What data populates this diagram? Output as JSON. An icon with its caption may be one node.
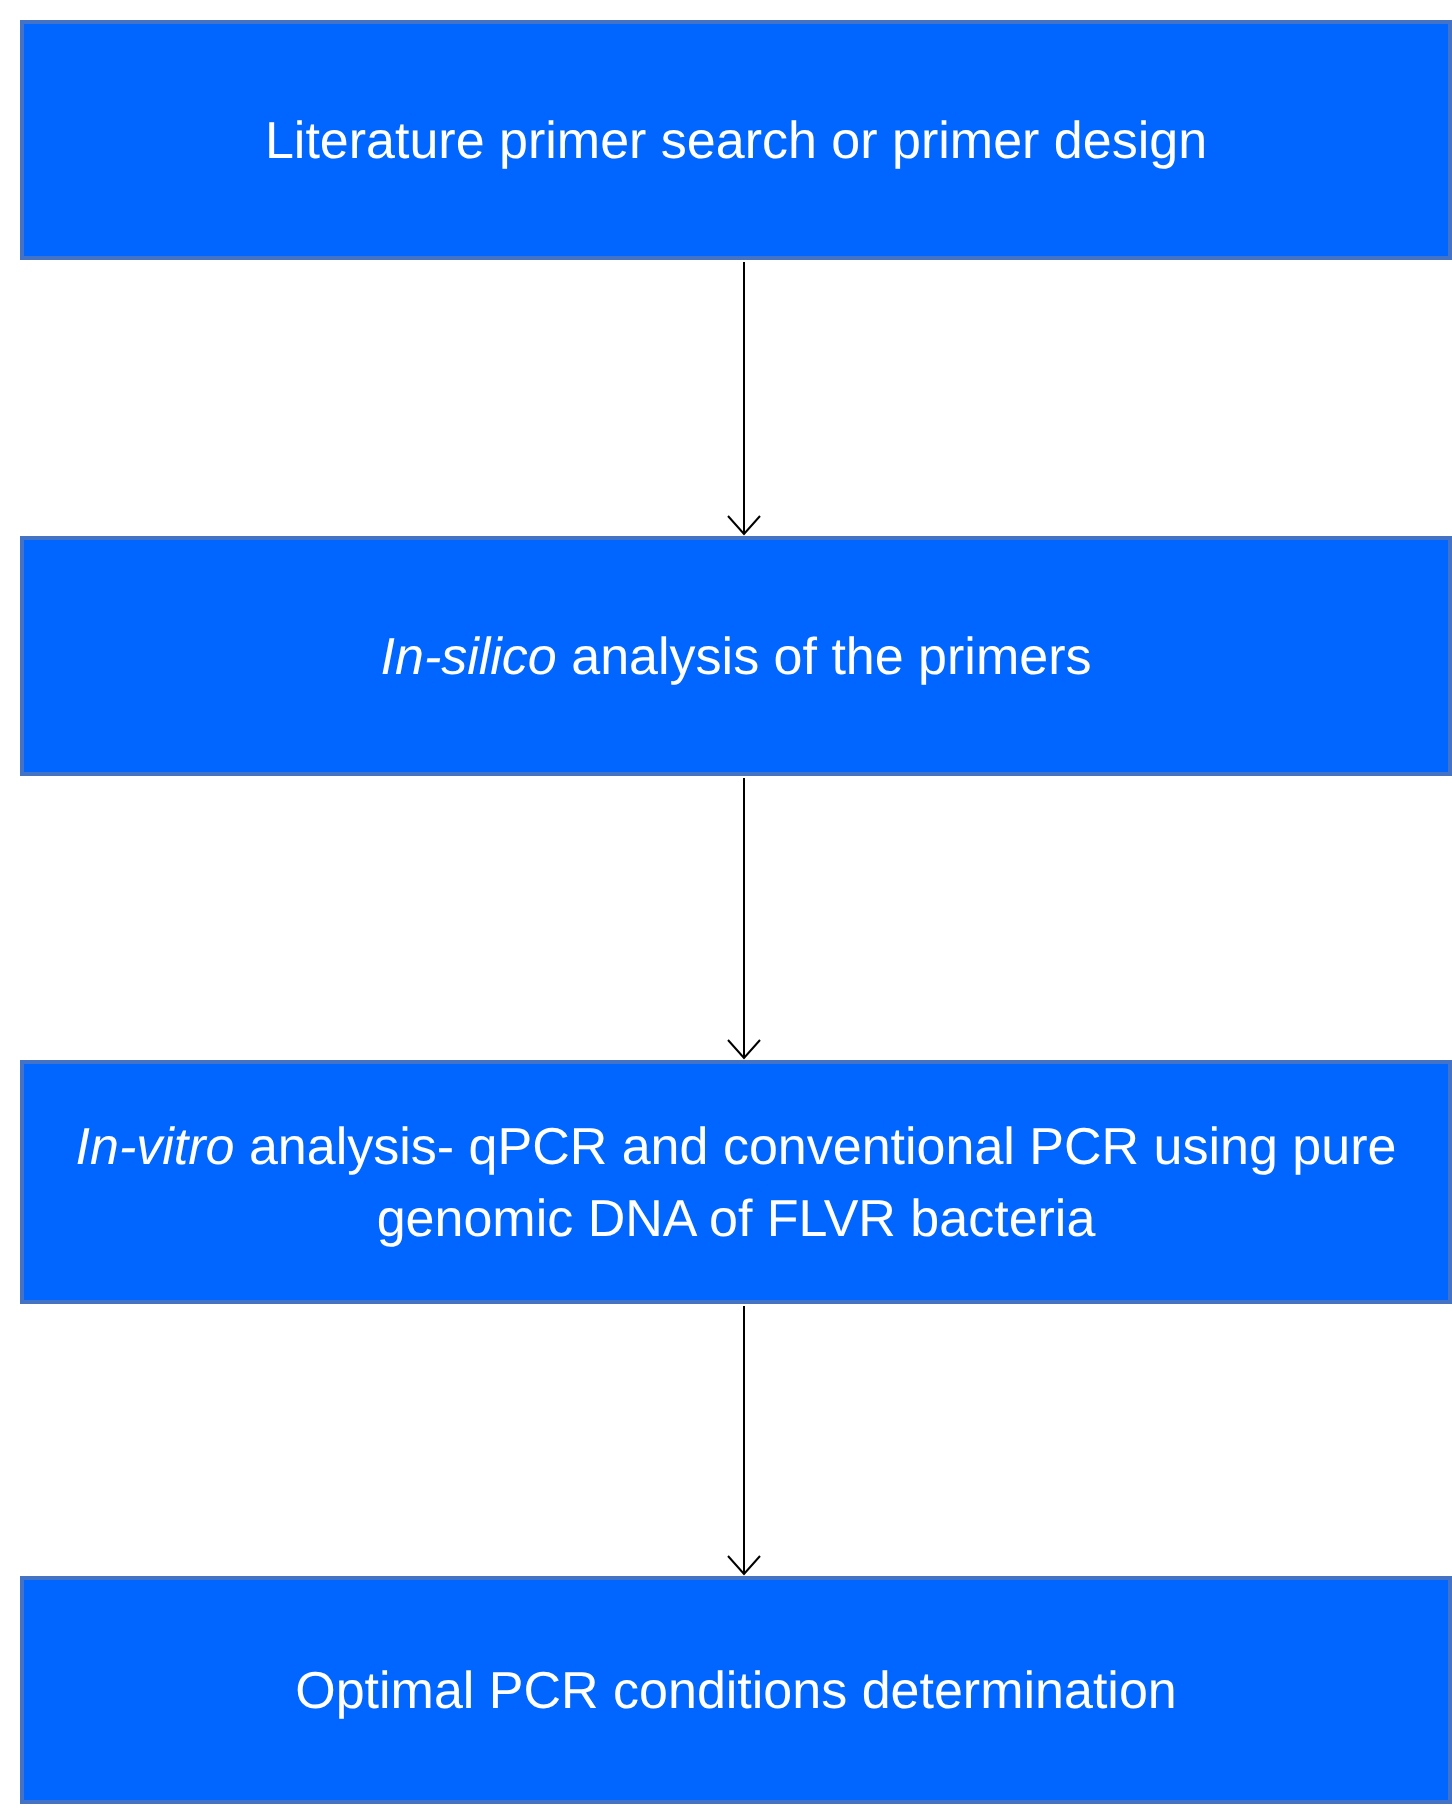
{
  "diagram": {
    "nodes": [
      {
        "text": [
          "Literature primer search or primer design"
        ]
      },
      {
        "text": [
          "*In-silico* analysis of the primers"
        ]
      },
      {
        "text": [
          "*In-vitro* analysis- qPCR and conventional PCR using pure genomic DNA of FLVR bacteria"
        ]
      },
      {
        "text": [
          "Optimal PCR conditions determination"
        ]
      }
    ],
    "edges": [
      {
        "from": 0,
        "to": 1,
        "arrow": "to"
      },
      {
        "from": 1,
        "to": 2,
        "arrow": "to"
      },
      {
        "from": 2,
        "to": 3,
        "arrow": "to"
      }
    ]
  }
}
